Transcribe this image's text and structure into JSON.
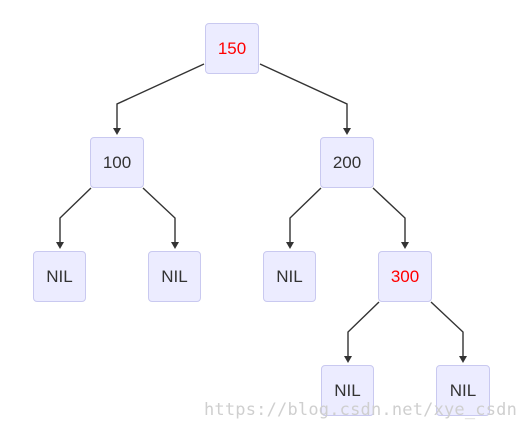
{
  "tree": {
    "nodes": [
      {
        "id": "n150",
        "label": "150",
        "color": "#ff0000"
      },
      {
        "id": "n100",
        "label": "100",
        "color": "#333333"
      },
      {
        "id": "n200",
        "label": "200",
        "color": "#333333"
      },
      {
        "id": "nil1",
        "label": "NIL",
        "color": "#333333"
      },
      {
        "id": "nil2",
        "label": "NIL",
        "color": "#333333"
      },
      {
        "id": "nil3",
        "label": "NIL",
        "color": "#333333"
      },
      {
        "id": "n300",
        "label": "300",
        "color": "#ff0000"
      },
      {
        "id": "nil4",
        "label": "NIL",
        "color": "#333333"
      },
      {
        "id": "nil5",
        "label": "NIL",
        "color": "#333333"
      }
    ],
    "edges": [
      [
        "n150",
        "n100"
      ],
      [
        "n150",
        "n200"
      ],
      [
        "n100",
        "nil1"
      ],
      [
        "n100",
        "nil2"
      ],
      [
        "n200",
        "nil3"
      ],
      [
        "n200",
        "n300"
      ],
      [
        "n300",
        "nil4"
      ],
      [
        "n300",
        "nil5"
      ]
    ]
  },
  "colors": {
    "node_fill": "#ececff",
    "node_border": "#c9c9f0",
    "edge": "#333333",
    "red_label": "#ff0000"
  },
  "watermark": "https://blog.csdn.net/xye_csdn"
}
